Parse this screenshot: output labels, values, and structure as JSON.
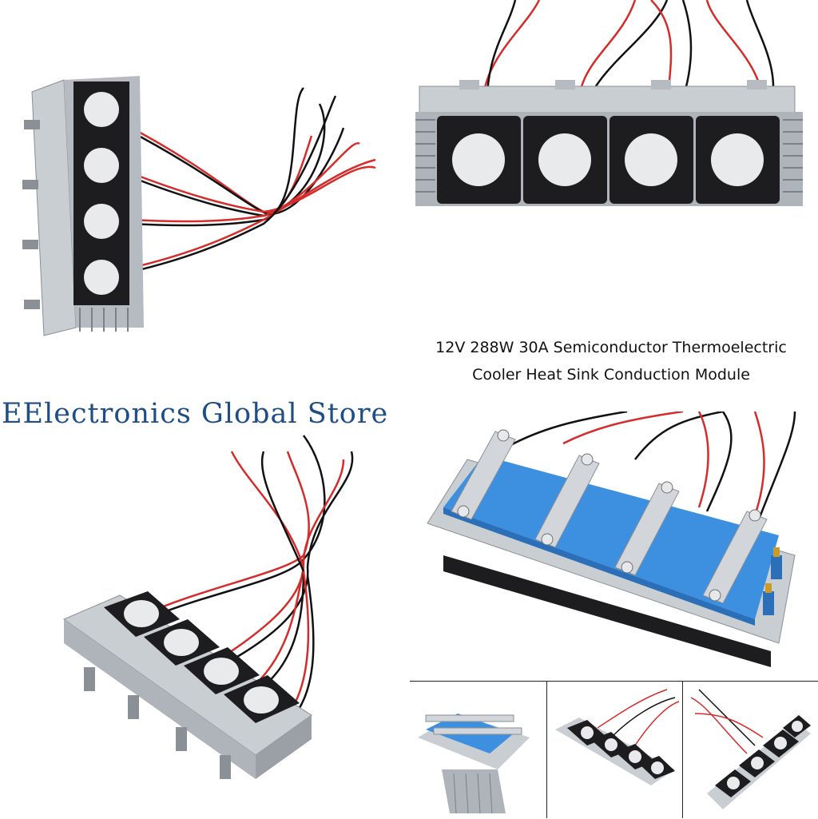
{
  "product": {
    "title_line1": "12V 288W 30A Semiconductor Thermoelectric",
    "title_line2": "Cooler Heat Sink Conduction Module"
  },
  "store": {
    "name": "EElectronics Global Store"
  },
  "photos": [
    {
      "id": "vertical-module-view",
      "icon": "peltier-fan-module-icon"
    },
    {
      "id": "front-fan-view",
      "icon": "fan-array-icon"
    },
    {
      "id": "angled-module-view",
      "icon": "heat-sink-icon"
    },
    {
      "id": "water-block-view",
      "icon": "water-cooling-block-icon"
    }
  ],
  "thumbnails": [
    {
      "id": "thumb-water-block"
    },
    {
      "id": "thumb-top-angle"
    },
    {
      "id": "thumb-side-angle"
    }
  ],
  "colors": {
    "store_text": "#1f4d85",
    "aluminum": "#c9ced3",
    "fan": "#1d1d1f",
    "water_block": "#3d8fe0",
    "wire_red": "#d62b2b"
  }
}
